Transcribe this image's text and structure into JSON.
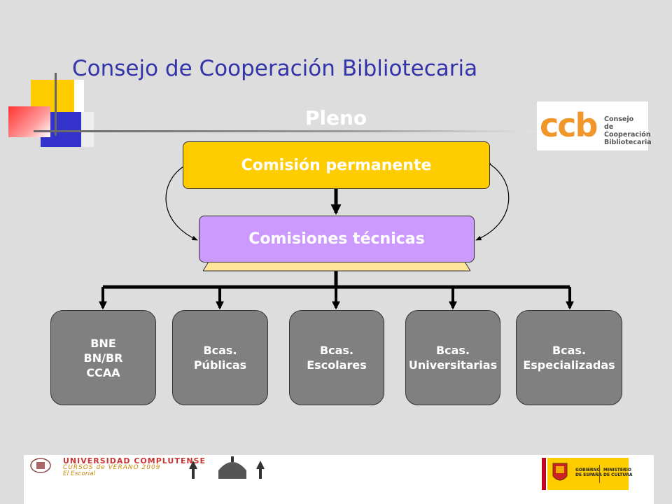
{
  "title": "Consejo de Cooperación  Bibliotecaria",
  "pleno": "Pleno",
  "logo_ccb": {
    "mark": "ccb",
    "line1": "Consejo",
    "line2": "de Cooperación",
    "line3": "Bibliotecaria",
    "color": "#f0962a"
  },
  "diagram": {
    "top_node": "Comisión permanente",
    "middle_node": "Comisiones técnicas",
    "leaves": [
      {
        "lines": [
          "BNE",
          "BN/BR",
          "CCAA"
        ]
      },
      {
        "lines": [
          "Bcas.",
          "Públicas"
        ]
      },
      {
        "lines": [
          "Bcas.",
          "Escolares"
        ]
      },
      {
        "lines": [
          "Bcas.",
          "Universitarias"
        ]
      },
      {
        "lines": [
          "Bcas.",
          "Especializadas"
        ]
      }
    ],
    "colors": {
      "top": "#ffcc00",
      "middle": "#cc99ff",
      "leaf": "#808080",
      "title": "#3333aa"
    }
  },
  "footer": {
    "ucm_name": "UNIVERSIDAD COMPLUTENSE",
    "ucm_sub": "CURSOS de VERANO 2009",
    "ucm_place": "El Escorial",
    "gov_line1": "GOBIERNO\nDE ESPAÑA",
    "gov_line2": "MINISTERIO\nDE CULTURA"
  }
}
